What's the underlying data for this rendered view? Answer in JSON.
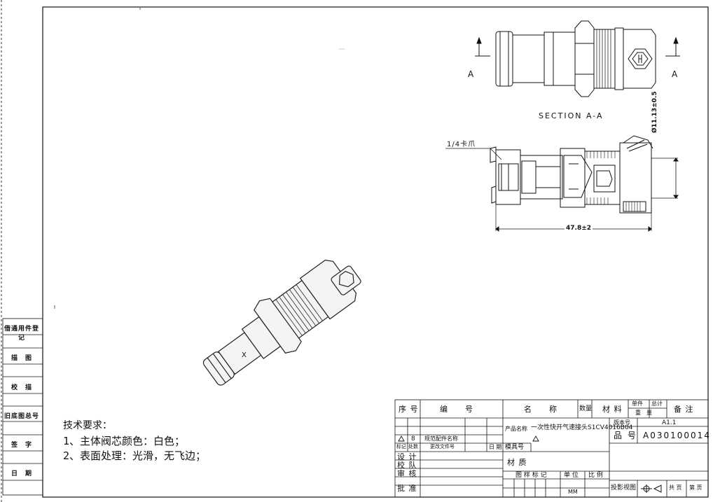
{
  "side_labels": [
    "借通用件登记",
    "描　图",
    "校　描",
    "旧底图总号",
    "签　字",
    "日　期"
  ],
  "views": {
    "section_label": "SECTION A-A",
    "marker_left": "A",
    "marker_right": "A",
    "claw_label": "1/4卡爪",
    "dim_diameter": "Ø11.13±0.5",
    "dim_length": "47.8±2"
  },
  "tech": {
    "title": "技术要求：",
    "line1": "1、主体阀芯颜色：白色；",
    "line2": "2、表面处理：光滑，无飞边；"
  },
  "title_block": {
    "h_seq": "序 号",
    "h_code": "编　　号",
    "h_name": "名　　称",
    "h_qty": "数量",
    "h_material": "材 料",
    "h_single": "单件",
    "h_total": "总计",
    "h_weight": "重　量",
    "h_remarks": "备 注",
    "revision_count": "8",
    "revision_text": "规范配件名称",
    "product_name_label": "产品名称",
    "product_name": "一次性快开气速接头S1CV4016B04",
    "version_label": "版本号",
    "version": "A1.1",
    "part_no_label": "品 号",
    "part_no": "A030100014",
    "mark_label": "标记",
    "count_label": "处数",
    "change_doc_label": "更改文件号",
    "date_label": "日 期",
    "mold_no_label": "模具号",
    "design_label": "设 计",
    "proof_label": "校 队",
    "review_label": "审 核",
    "approve_label": "批 准",
    "material_label": "材 质",
    "drawing_mark_label": "图 样 标 记",
    "unit_label": "单 位",
    "scale_label": "比 例",
    "unit": "MM",
    "projection_label": "投影视图",
    "total_pages_label": "共 页",
    "page_label": "第 页"
  }
}
